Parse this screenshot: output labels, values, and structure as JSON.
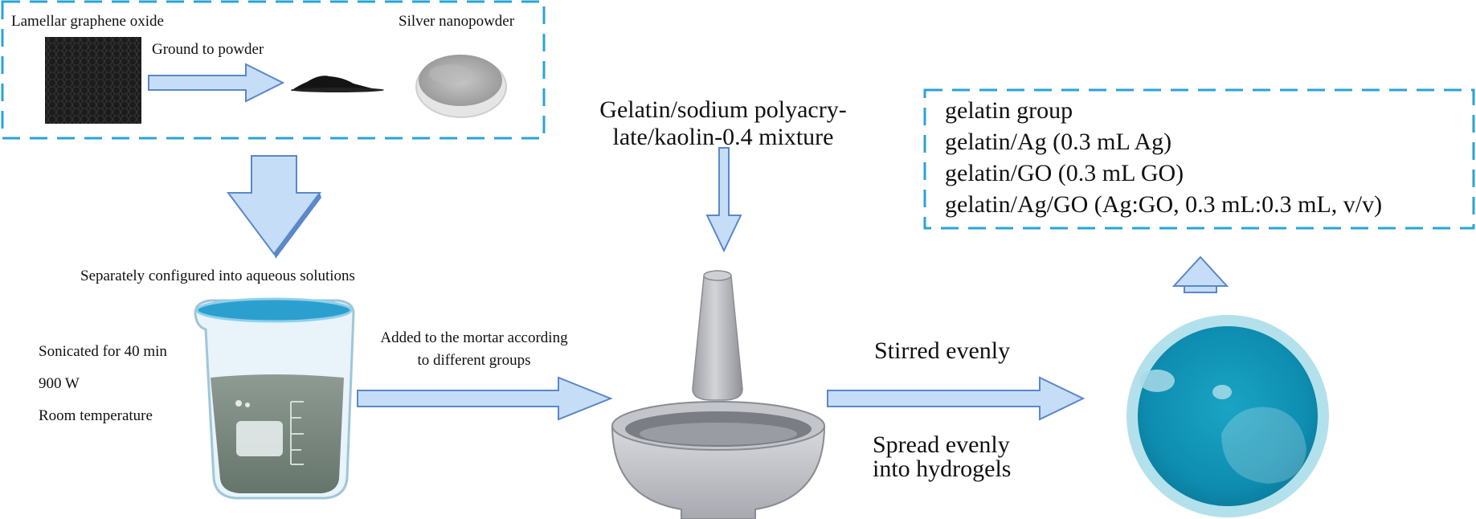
{
  "materials": {
    "graphene_oxide": "Lamellar graphene oxide",
    "silver": "Silver nanopowder",
    "ground": "Ground to powder"
  },
  "solution_step": "Separately configured into aqueous solutions",
  "sonication": {
    "time": "Sonicated for 40 min",
    "power": "900 W",
    "temperature": "Room temperature"
  },
  "added_step": {
    "line1": "Added to the mortar according",
    "line2": "to different groups"
  },
  "mixture": {
    "line1": "Gelatin/sodium polyacry-",
    "line2": "late/kaolin-0.4 mixture"
  },
  "stir_step": "Stirred evenly",
  "spread_step": {
    "line1": "Spread evenly",
    "line2": "into hydrogels"
  },
  "groups": [
    "gelatin group",
    "gelatin/Ag (0.3 mL Ag)",
    "gelatin/GO (0.3 mL GO)",
    "gelatin/Ag/GO (Ag:GO, 0.3 mL:0.3 mL, v/v)"
  ],
  "colors": {
    "dashed_border": "#29a3d6",
    "arrow_fill": "#c5ddf7",
    "arrow_stroke": "#5a88c8"
  }
}
